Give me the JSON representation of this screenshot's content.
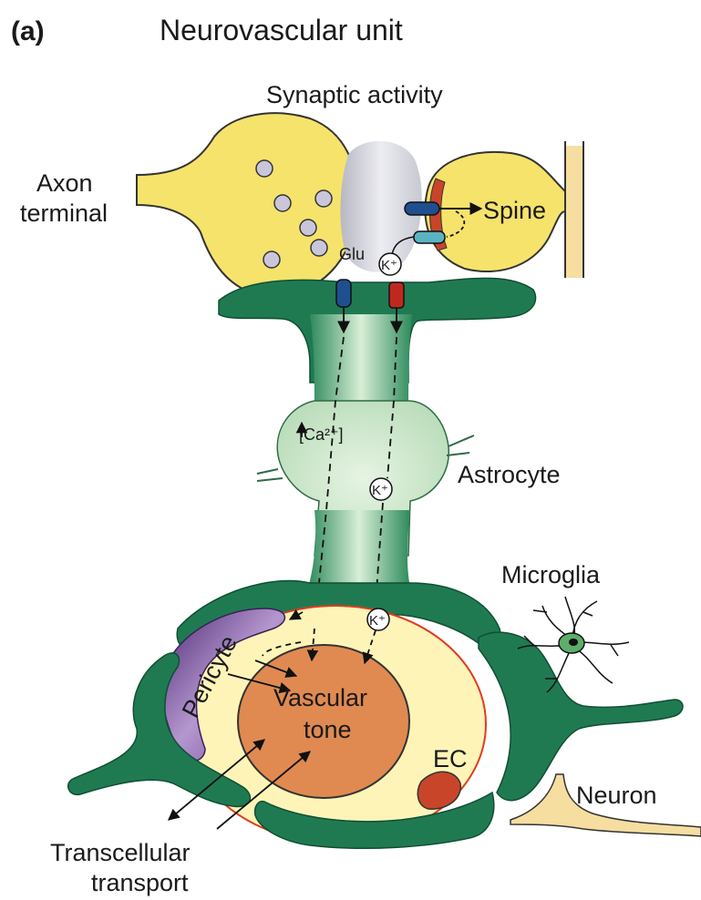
{
  "panel_letter": "(a)",
  "title": "Neurovascular unit",
  "labels": {
    "synaptic_activity": "Synaptic activity",
    "axon_line1": "Axon",
    "axon_line2": "terminal",
    "spine": "Spine",
    "glu": "Glu",
    "k_ion": "K⁺",
    "calcium": "[Ca²⁺]",
    "astrocyte": "Astrocyte",
    "microglia": "Microglia",
    "pericyte": "Pericyte",
    "vascular_line1": "Vascular",
    "vascular_line2": "tone",
    "ec": "EC",
    "neuron": "Neuron",
    "transport_line1": "Transcellular",
    "transport_line2": "transport"
  },
  "colors": {
    "axon_fill": "#f7e46a",
    "astrocyte_dark": "#1f7a52",
    "astrocyte_light": "#cfe8cf",
    "pericyte": "#6a3f8f",
    "vessel": "#e08a52",
    "vessel_ring": "#e23b1f",
    "channel_blue": "#1f4f8f",
    "channel_red": "#c0281e"
  }
}
